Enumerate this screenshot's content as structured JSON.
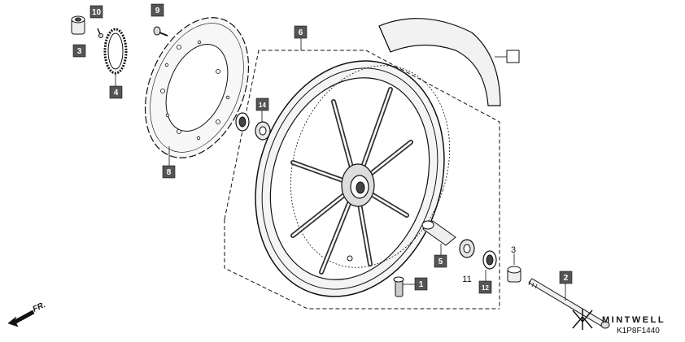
{
  "callouts": {
    "c10": "10",
    "c9": "9",
    "c3_box": "3",
    "c4": "4",
    "c8": "8",
    "c6": "6",
    "c14": "14",
    "c5": "5",
    "c1": "1",
    "c12": "12",
    "c2": "2",
    "c3_plain": "3",
    "c11": "11"
  },
  "direction": {
    "label": "FR."
  },
  "watermark": {
    "brand": "MINTWELL"
  },
  "diagram_code": "K1P8F1440",
  "colors": {
    "line": "#111111",
    "callout_fill": "#555555",
    "callout_text": "#ffffff"
  }
}
